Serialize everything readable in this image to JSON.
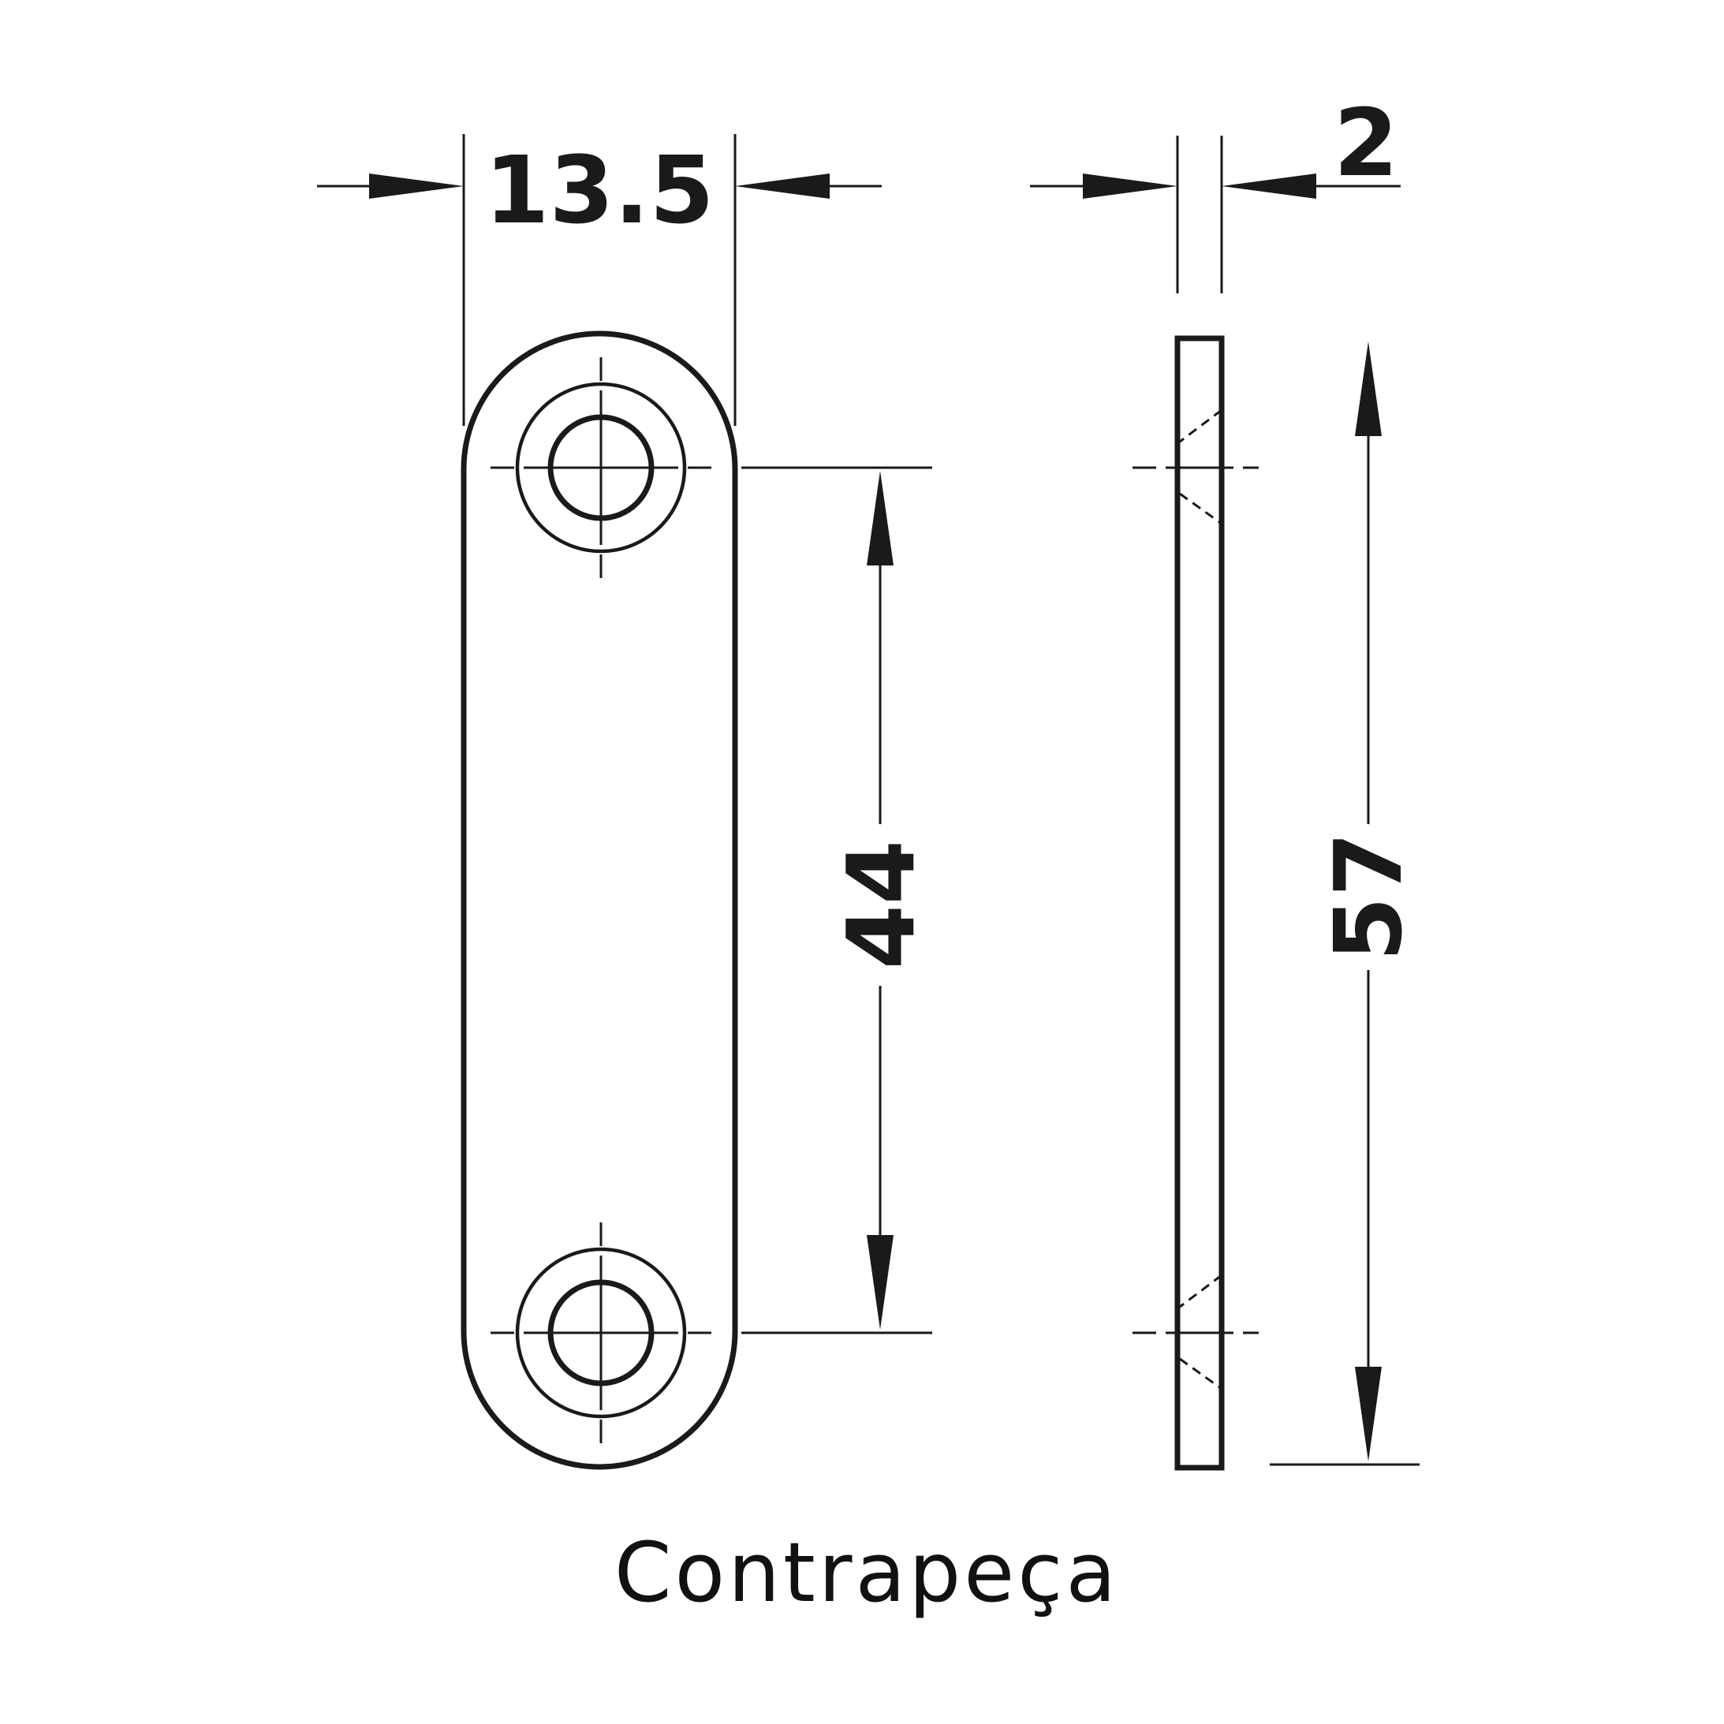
{
  "caption": "Contrapeça",
  "dimensions": {
    "width": "13.5",
    "hole_spacing": "44",
    "thickness": "2",
    "length": "57"
  },
  "colors": {
    "line": "#1a1a1a",
    "background": "#ffffff"
  }
}
